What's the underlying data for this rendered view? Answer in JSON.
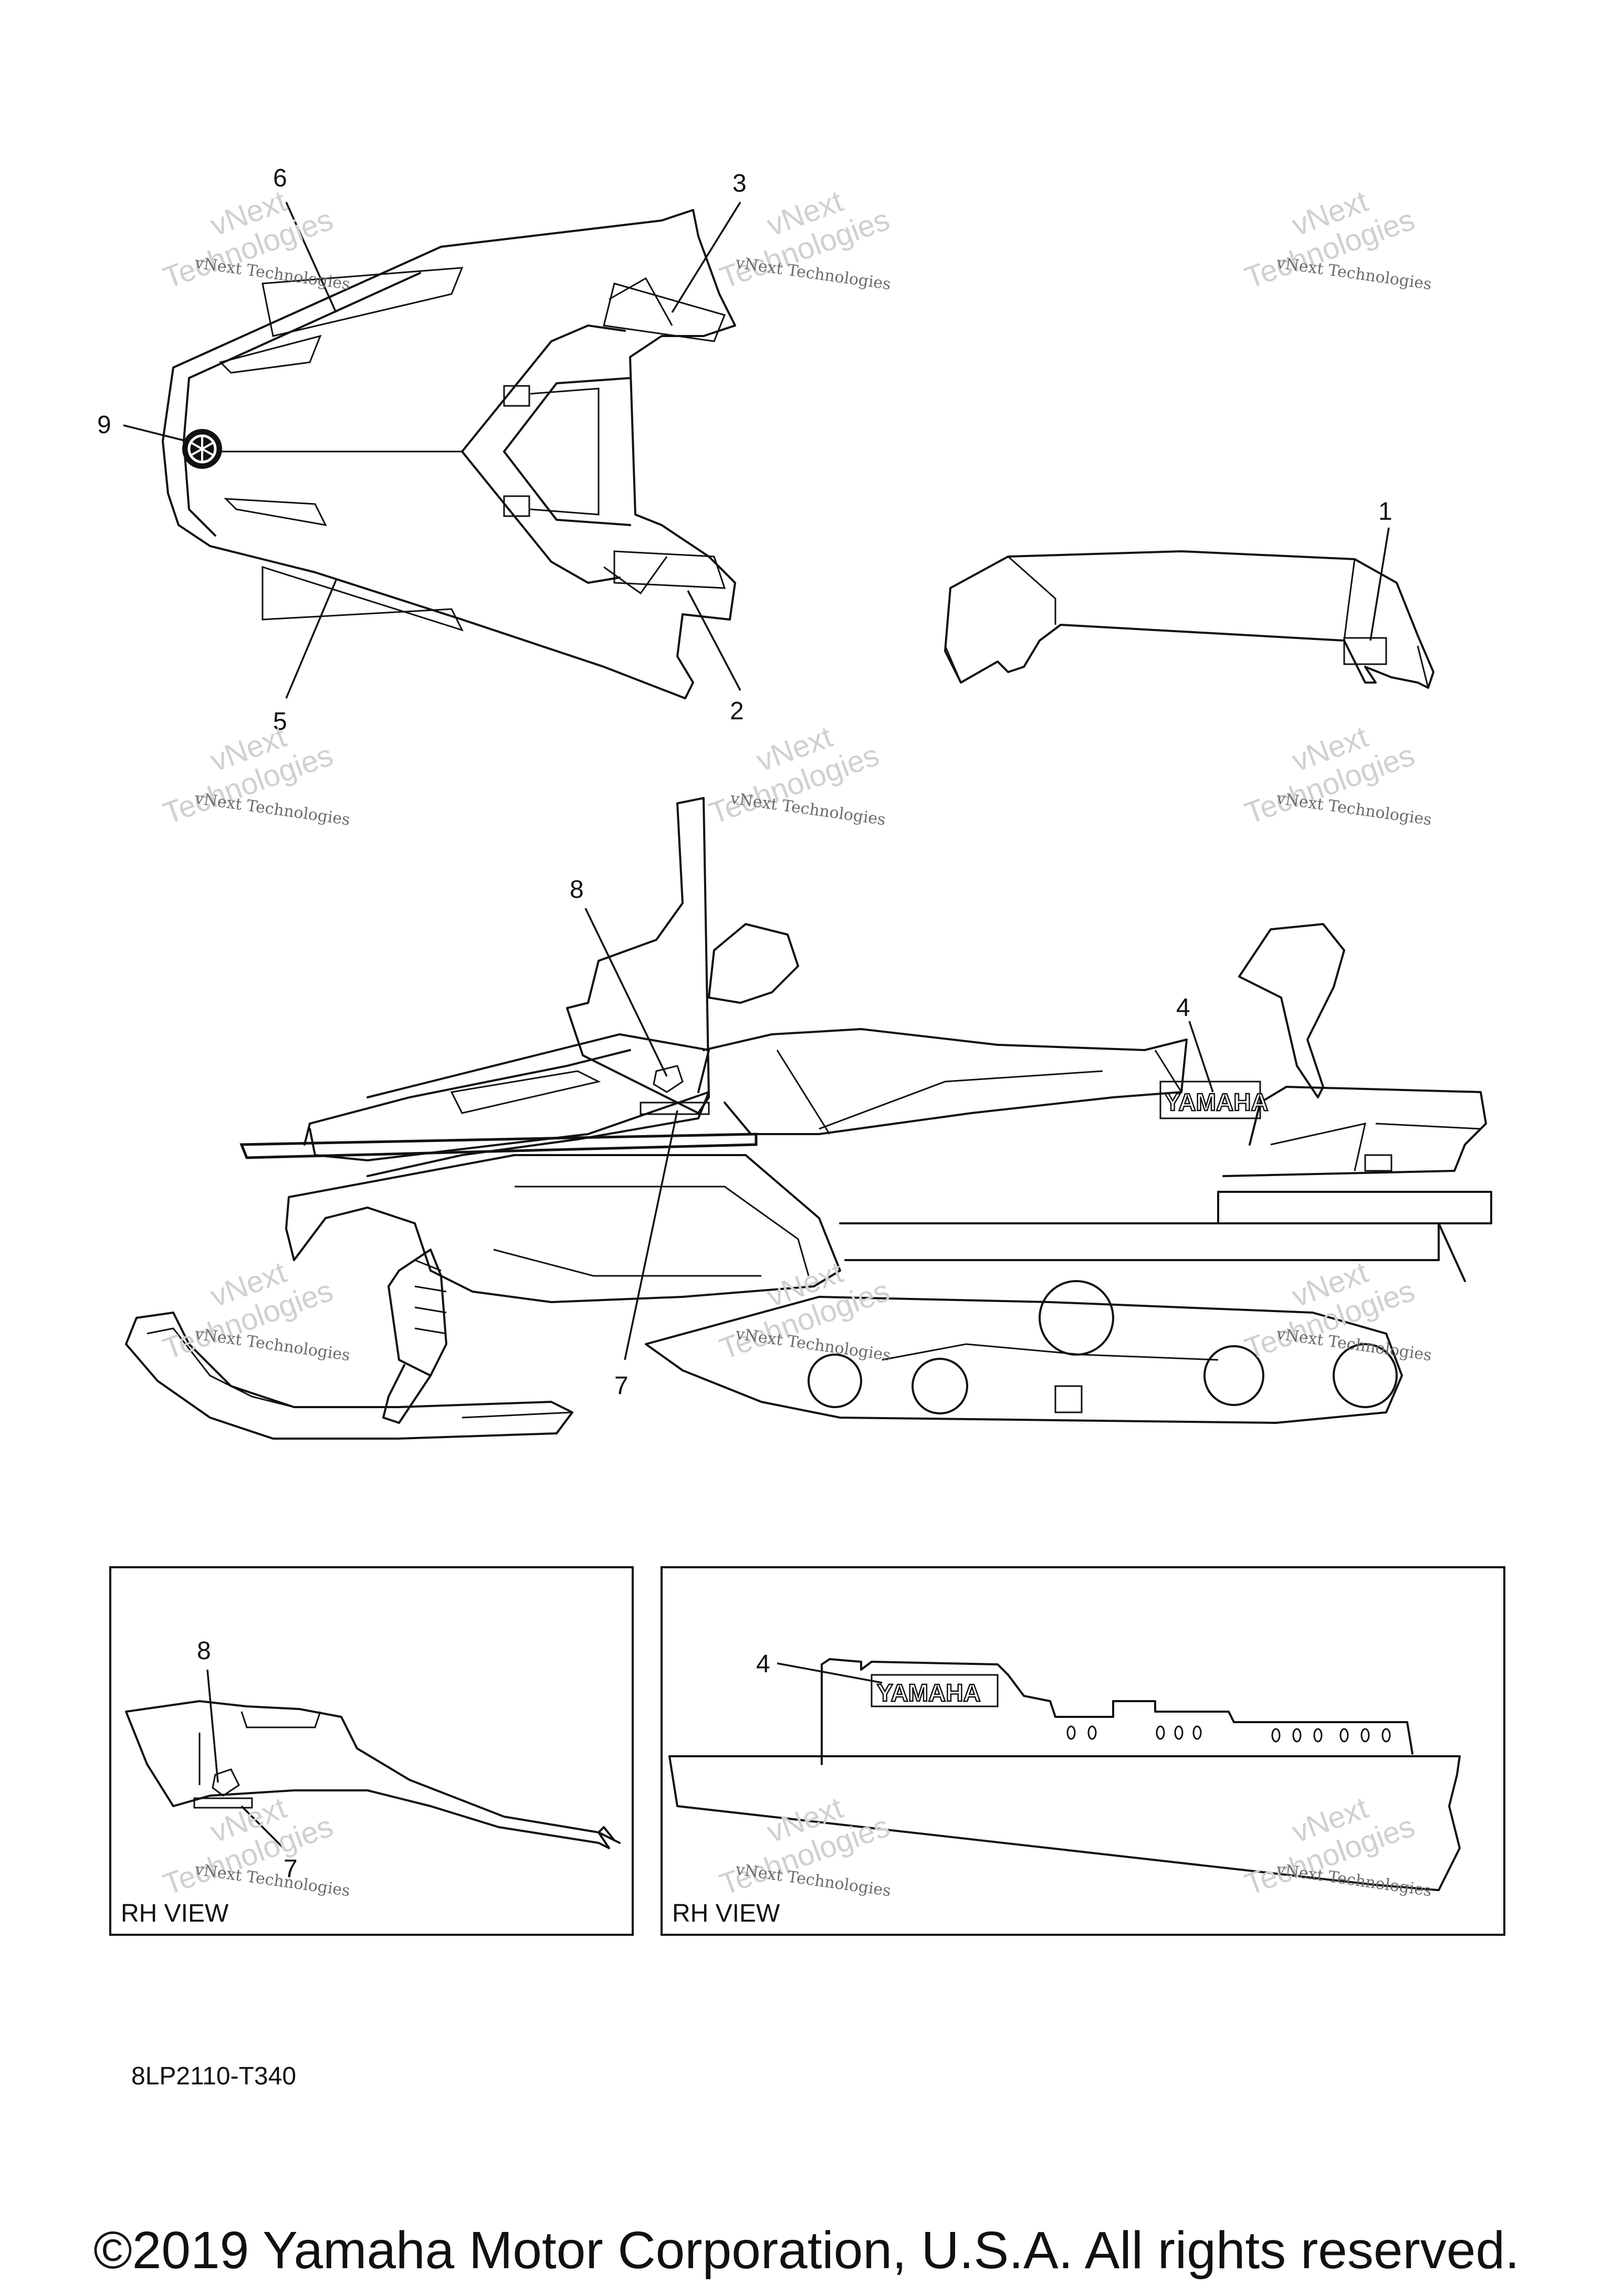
{
  "callouts": {
    "top_view": [
      "6",
      "3",
      "9",
      "5",
      "2"
    ],
    "rear_view": [
      "1"
    ],
    "side_view": [
      "8",
      "4",
      "7"
    ],
    "inset_left": [
      "8",
      "7"
    ],
    "inset_right": [
      "4"
    ]
  },
  "brand_text": "YAMAHA",
  "watermark": {
    "line1": "vNext Technologies",
    "line2": "vNext",
    "line3": "Technologies"
  },
  "insets": {
    "left_label": "RH VIEW",
    "right_label": "RH VIEW"
  },
  "diagram_code": "8LP2110-T340",
  "copyright": "©2019 Yamaha Motor Corporation, U.S.A. All rights reserved."
}
